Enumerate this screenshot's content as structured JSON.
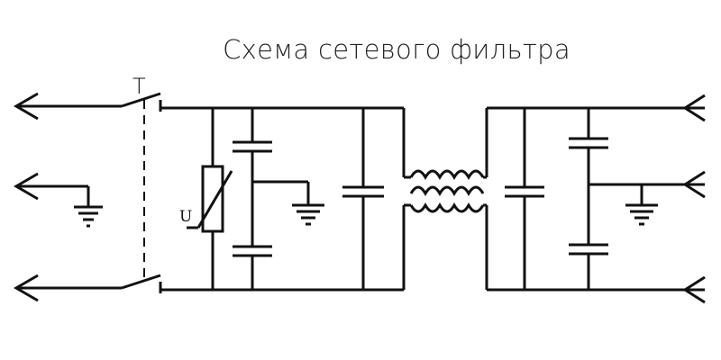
{
  "diagram": {
    "title": "Схема сетевого фильтра",
    "varistor_label": "U",
    "switch_label": "Т"
  }
}
